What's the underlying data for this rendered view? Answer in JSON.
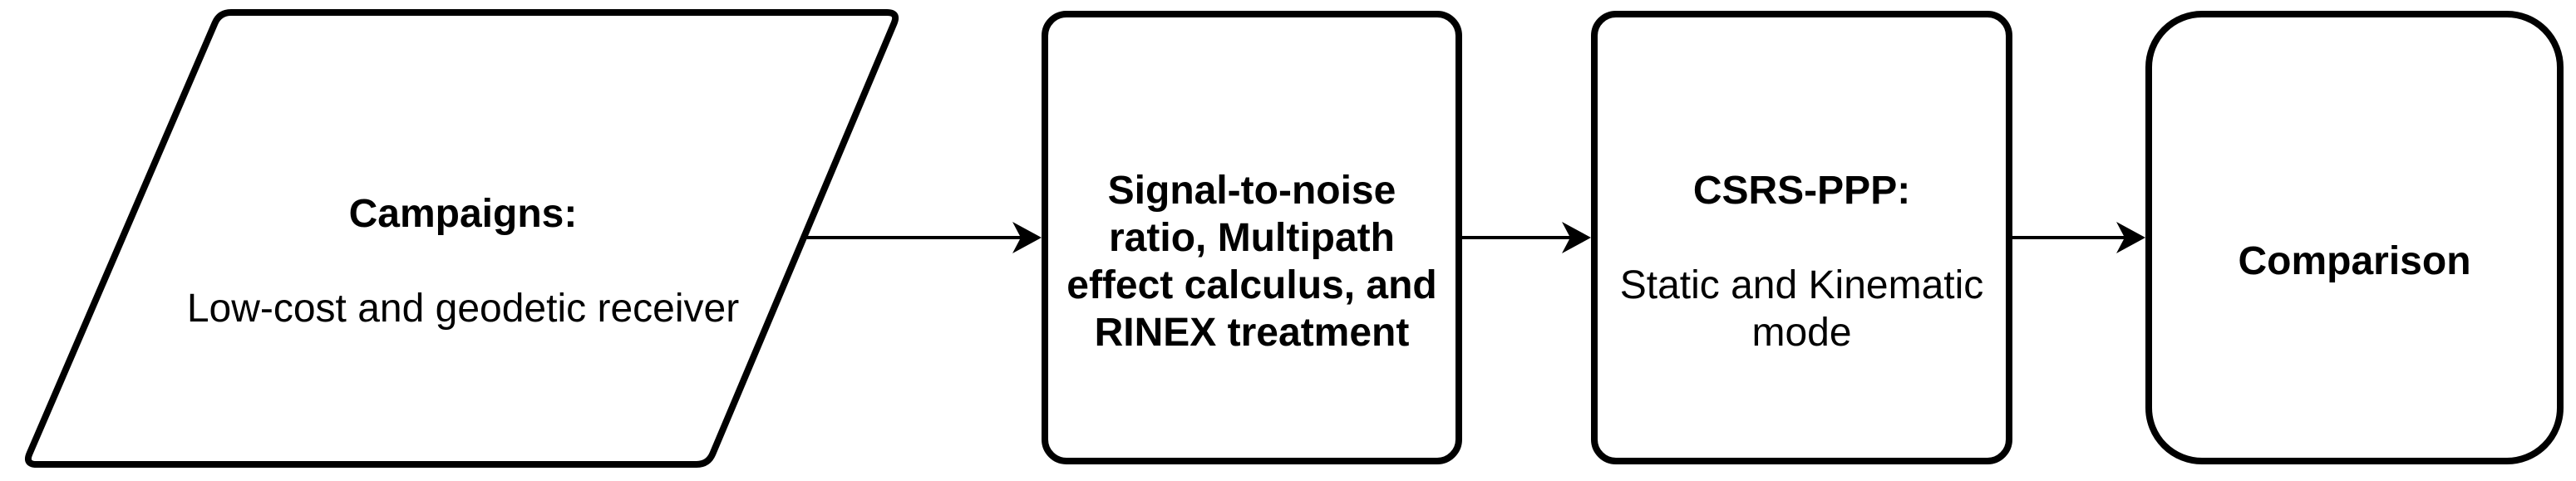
{
  "figure": {
    "type": "flowchart",
    "background_color": "#ffffff",
    "stroke_color": "#000000",
    "text_color": "#000000"
  },
  "nodes": [
    {
      "id": "campaigns",
      "shape": "parallelogram",
      "title": "Campaigns:",
      "subtitle": "Low-cost and geodetic receiver"
    },
    {
      "id": "processing",
      "shape": "rounded-rectangle",
      "title": "Signal-to-noise\nratio, Multipath\neffect calculus, and\nRINEX treatment"
    },
    {
      "id": "csrs-ppp",
      "shape": "rounded-rectangle",
      "title": "CSRS-PPP:",
      "subtitle": "Static and Kinematic\nmode"
    },
    {
      "id": "comparison",
      "shape": "rounded-rectangle",
      "title": "Comparison"
    }
  ],
  "connectors": [
    {
      "from": "campaigns",
      "to": "processing"
    },
    {
      "from": "processing",
      "to": "csrs-ppp"
    },
    {
      "from": "csrs-ppp",
      "to": "comparison"
    }
  ]
}
